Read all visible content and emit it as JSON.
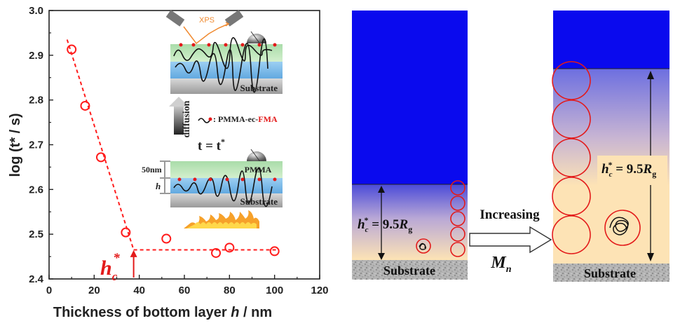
{
  "chart_data": {
    "type": "scatter",
    "xlabel_text": "Thickness of bottom layer ",
    "xlabel_var": "h",
    "xlabel_unit": " / nm",
    "ylabel": "log (t* / s)",
    "xlim": [
      0,
      120
    ],
    "ylim": [
      2.4,
      3.0
    ],
    "xticks": [
      "0",
      "20",
      "40",
      "60",
      "80",
      "100",
      "120"
    ],
    "yticks": [
      "2.4",
      "2.5",
      "2.6",
      "2.7",
      "2.8",
      "2.9",
      "3.0"
    ],
    "grid": false,
    "series": [
      {
        "x": [
          10,
          16,
          23,
          34,
          52,
          74,
          80,
          100
        ],
        "y": [
          2.913,
          2.787,
          2.672,
          2.504,
          2.49,
          2.458,
          2.47,
          2.462
        ]
      }
    ],
    "fit_lines": [
      {
        "x": [
          8,
          37.5
        ],
        "y": [
          2.935,
          2.465
        ]
      },
      {
        "x": [
          37.5,
          102
        ],
        "y": [
          2.465,
          2.465
        ]
      }
    ],
    "hc_annotation": {
      "x": 37.5,
      "label": "h",
      "sub": "c",
      "sup": "*"
    }
  },
  "inset": {
    "xps_label": "XPS",
    "substrate_top": "Substrate",
    "legend_label": "PMMA-ec-",
    "legend_label_red": "FMA",
    "diffusion_label": "diffusion",
    "time_label": "t = t",
    "time_sup": "*",
    "thickness_label": "50nm",
    "h_label": "h",
    "pmma_label": "PMMA",
    "substrate_bottom": "Substrate"
  },
  "schematic": {
    "left": {
      "hc_label": "h",
      "hc_sub": "c",
      "hc_sup": "*",
      "hc_value": " = 9.5",
      "rg": "R",
      "rg_sub": "g",
      "substrate": "Substrate"
    },
    "increasing_label": "Increasing",
    "mn": "M",
    "mn_sub": "n",
    "right": {
      "hc_label": "h",
      "hc_sub": "c",
      "hc_sup": "*",
      "hc_value": " = 9.5",
      "rg": "R",
      "rg_sub": "g",
      "substrate": "Substrate"
    }
  },
  "colors": {
    "marker": "#ff1c1c",
    "blue": "#0a0aee",
    "beige": "#fde3b5",
    "axis": "#222222"
  }
}
